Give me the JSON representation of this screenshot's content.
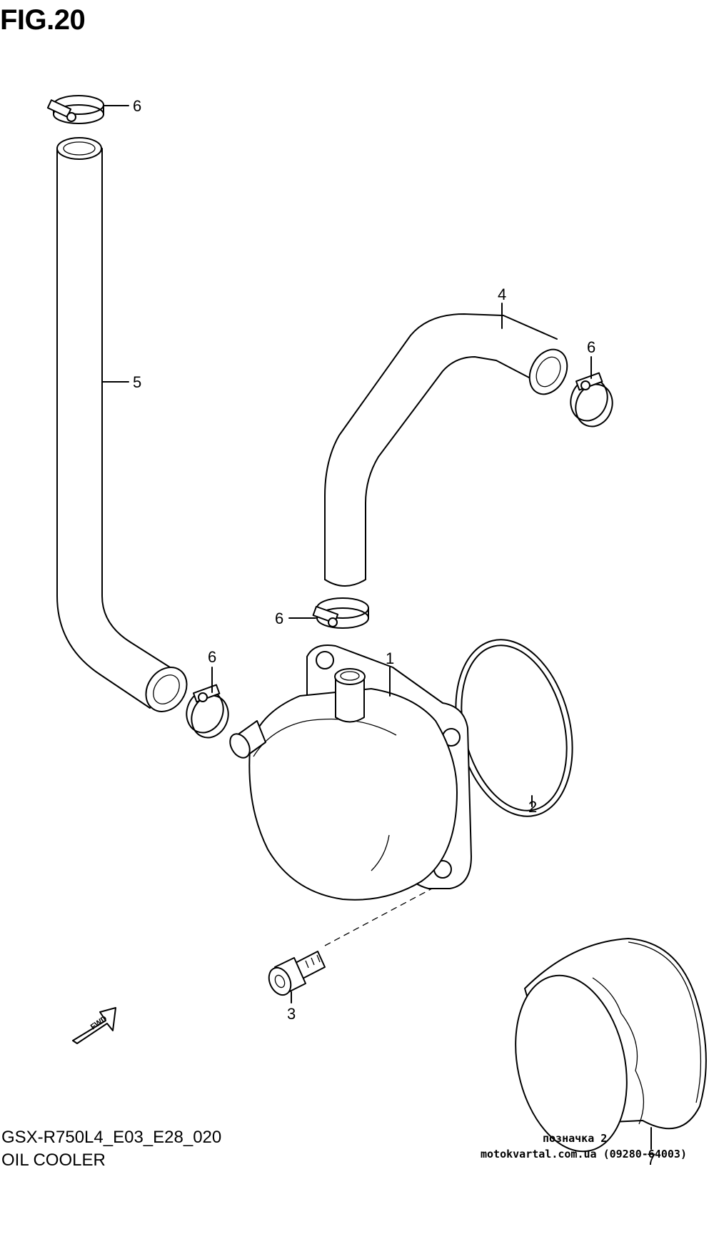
{
  "figure": {
    "title": "FIG.20"
  },
  "footer": {
    "model_code": "GSX-R750L4_E03_E28_020",
    "part_group": "OIL COOLER",
    "note_line1": "позначка 2",
    "note_line2": "motokvartal.com.ua (09280-64003)"
  },
  "direction_arrow": {
    "label": "FWD"
  },
  "callouts": {
    "c1": "1",
    "c2": "2",
    "c3": "3",
    "c4": "4",
    "c5": "5",
    "c6a": "6",
    "c6b": "6",
    "c6c": "6",
    "c6d": "6",
    "c7": "7"
  }
}
